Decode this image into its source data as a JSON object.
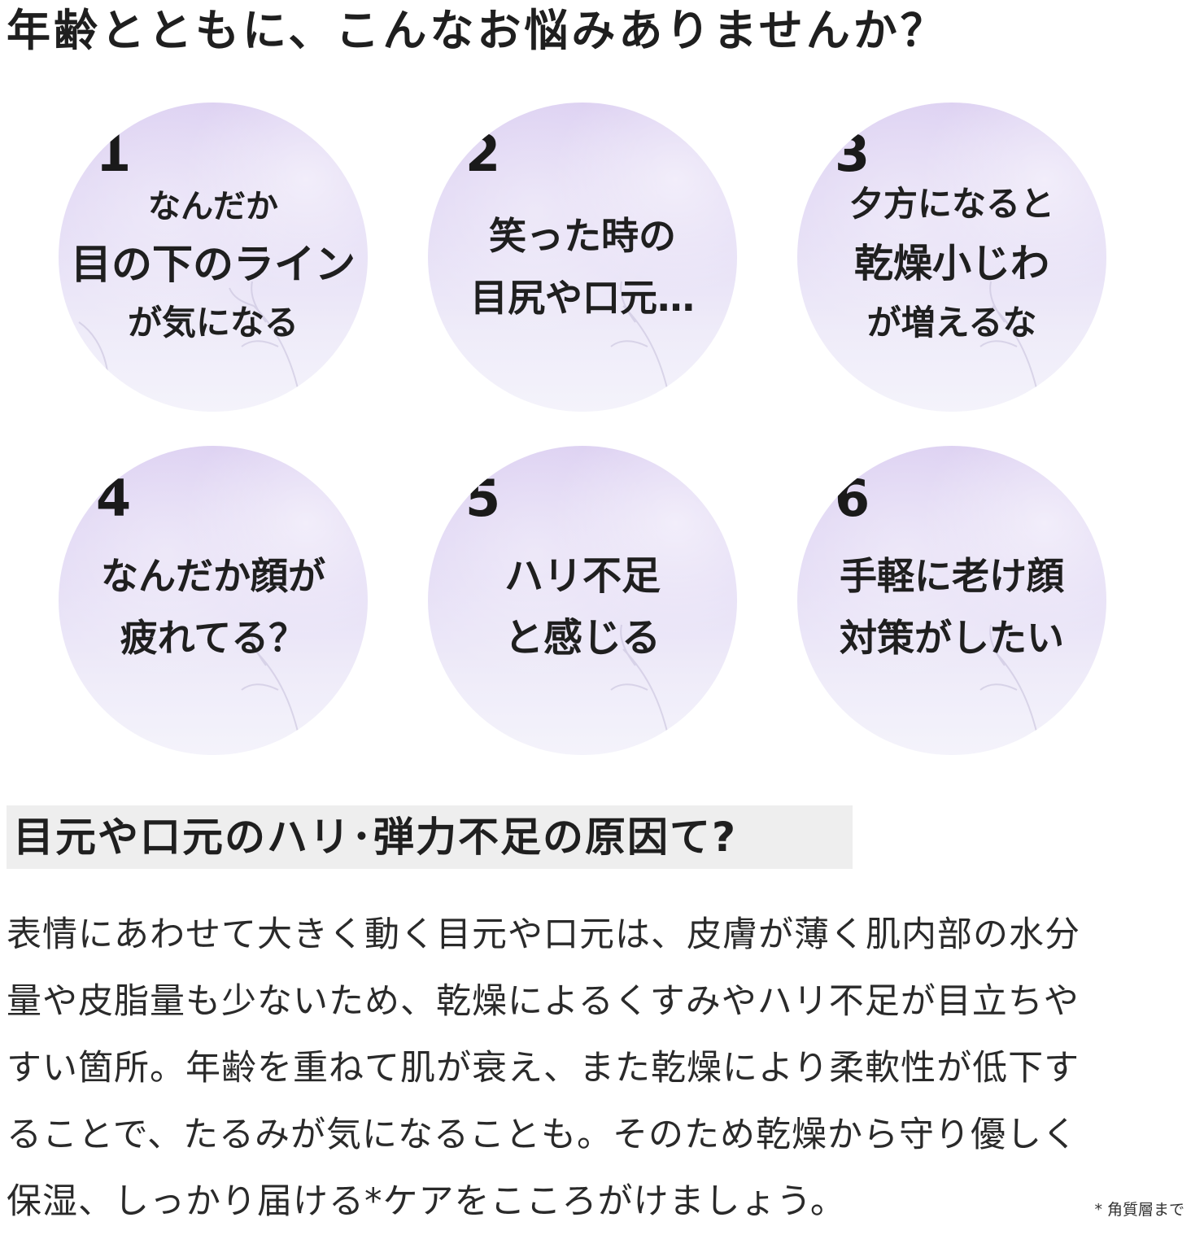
{
  "headline": "年齢とともに、こんなお悩みありませんか？",
  "concerns": [
    {
      "number": "1",
      "lines": [
        "なんだか",
        "目の下のライン",
        "が気になる"
      ]
    },
    {
      "number": "2",
      "lines": [
        "笑った時の",
        "目尻や口元…"
      ]
    },
    {
      "number": "3",
      "lines": [
        "夕方になると",
        "乾燥小じわ",
        "が増えるな"
      ]
    },
    {
      "number": "4",
      "lines": [
        "なんだか顔が",
        "疲れてる？"
      ]
    },
    {
      "number": "5",
      "lines": [
        "ハリ不足",
        "と感じる"
      ]
    },
    {
      "number": "6",
      "lines": [
        "手軽に老け顔",
        "対策がしたい"
      ]
    }
  ],
  "section": {
    "title": "目元や口元のハリ･弾力不足の原因て?",
    "body_lines": [
      "表情にあわせて大きく動く目元や口元は、皮膚が薄く肌内部の水分",
      "量や皮脂量も少ないため、乾燥によるくすみやハリ不足が目立ちや",
      "すい箇所。年齢を重ねて肌が衰え、また乾燥により柔軟性が低下す",
      "ることで、たるみが気になることも。そのため乾燥から守り優しく",
      "保湿、しっかり届ける*ケアをこころがけましょう。"
    ],
    "footnote": "* 角質層まで"
  },
  "colors": {
    "circle_top": "#ddd1f2",
    "circle_bottom": "#f4f3fb",
    "section_bar": "#eeeeee",
    "text": "#1f1f1f"
  }
}
